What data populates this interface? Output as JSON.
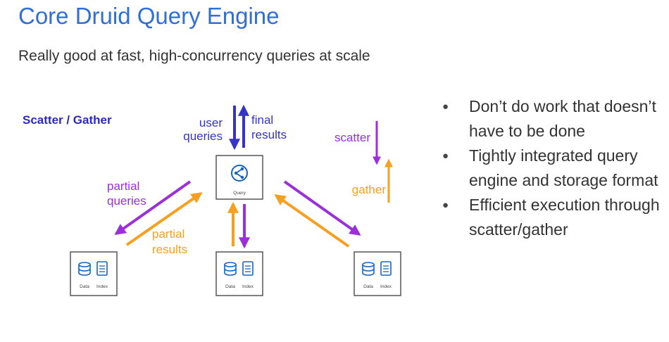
{
  "slide": {
    "title": "Core Druid Query Engine",
    "subtitle": "Really good at fast, high-concurrency queries at scale"
  },
  "diagram": {
    "heading": "Scatter / Gather",
    "broker_label": "Query",
    "node_labels": {
      "data": "Data",
      "index": "Index"
    },
    "labels": {
      "user_queries_1": "user",
      "user_queries_2": "queries",
      "final_results_1": "final",
      "final_results_2": "results",
      "partial_queries_1": "partial",
      "partial_queries_2": "queries",
      "partial_results_1": "partial",
      "partial_results_2": "results",
      "scatter": "scatter",
      "gather": "gather"
    },
    "colors": {
      "heading": "#2b2bb8",
      "user_arrow": "#3434c8",
      "scatter": "#9b30d9",
      "gather": "#f5a020",
      "box_stroke": "#555555",
      "icon": "#1565c0"
    }
  },
  "bullets": [
    "Don’t do work that doesn’t have to be done",
    "Tightly integrated query engine and storage format",
    "Efficient execution through scatter/gather"
  ]
}
